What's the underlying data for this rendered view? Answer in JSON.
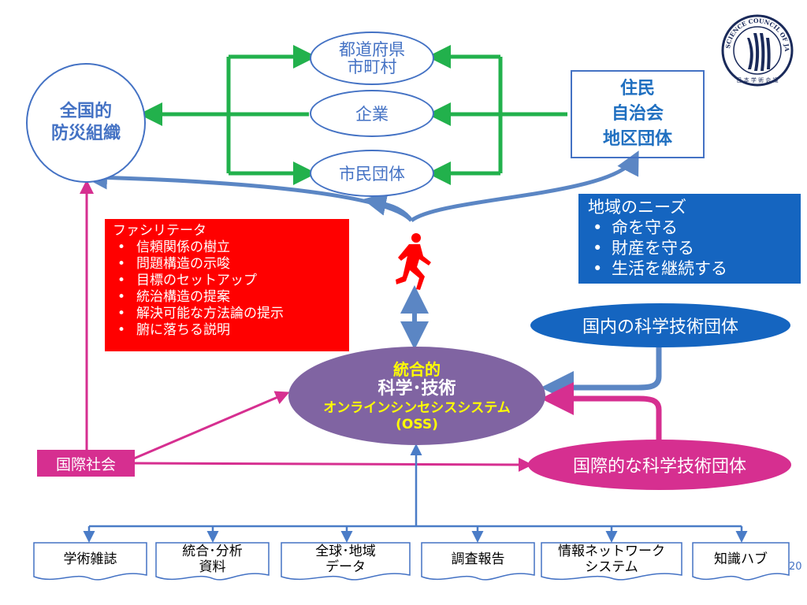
{
  "nodes": {
    "national_disaster_org": "全国的\n防災組織",
    "prefectures": "都道府県\n市町村",
    "companies": "企業",
    "citizen_groups": "市民団体",
    "residents": "住民\n自治会\n地区団体",
    "domestic_sci_org": "国内の科学技術団体",
    "intl_sci_org": "国際的な科学技術団体",
    "intl_society": "国際社会"
  },
  "oss": {
    "line1": "統合的",
    "line2": "科学･技術",
    "line3": "オンラインシンセシスシステム",
    "line4": "(OSS)"
  },
  "facilitator": {
    "title": "ファシリテータ",
    "items": [
      "信頼関係の樹立",
      "問題構造の示唆",
      "目標のセットアップ",
      "統治構造の提案",
      "解決可能な方法論の提示",
      "腑に落ちる説明"
    ]
  },
  "needs": {
    "title": "地域のニーズ",
    "items": [
      "命を守る",
      "財産を守る",
      "生活を継続する"
    ]
  },
  "sources": [
    "学術雑誌",
    "統合･分析\n資料",
    "全球･地域\nデータ",
    "調査報告",
    "情報ネットワーク\nシステム",
    "知識ハブ"
  ],
  "logo": {
    "ring_text": "SCIENCE COUNCIL OF JAPAN",
    "jp_text": "日本学術会議"
  },
  "page_number": "20",
  "colors": {
    "blue": "#4472c4",
    "dark_blue": "#1f6fc0",
    "needs_blue": "#1565c0",
    "green": "#22b14c",
    "red": "#ff0000",
    "purple": "#8064a2",
    "magenta": "#d62f90",
    "steel_blue": "#5b86c4",
    "runner_red": "#ff0000"
  }
}
